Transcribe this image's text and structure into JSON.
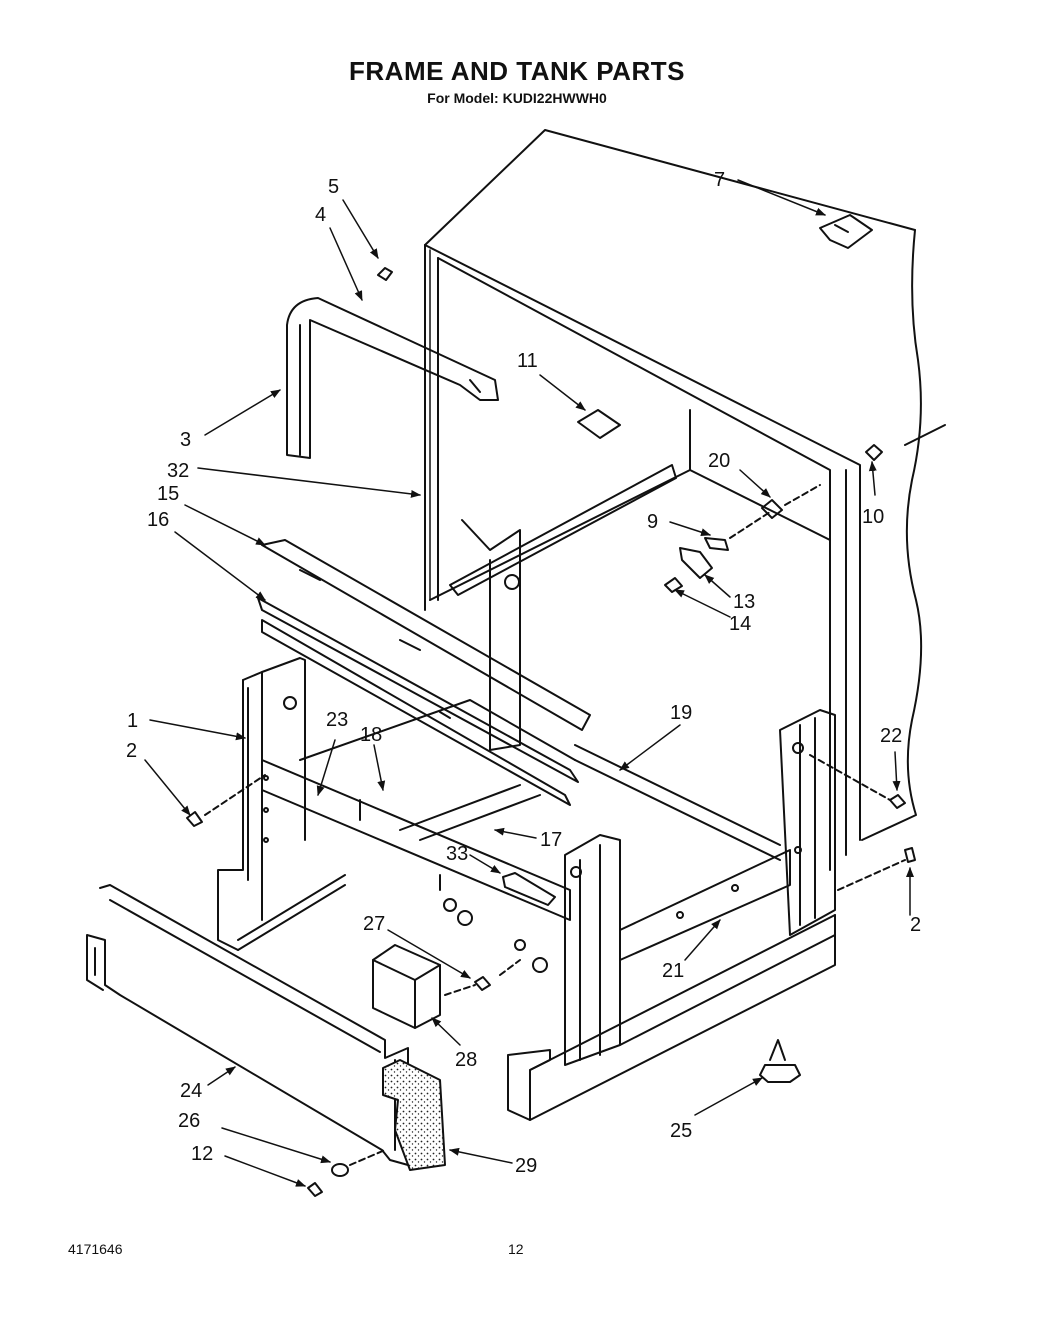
{
  "title": "FRAME AND TANK PARTS",
  "subtitle": "For Model: KUDI22HWWH0",
  "doc_number": "4171646",
  "page_number": "12",
  "callouts": {
    "c1": "1",
    "c2a": "2",
    "c2b": "2",
    "c3": "3",
    "c4": "4",
    "c5": "5",
    "c7": "7",
    "c9": "9",
    "c10": "10",
    "c11": "11",
    "c12": "12",
    "c13": "13",
    "c14": "14",
    "c15": "15",
    "c16": "16",
    "c17": "17",
    "c18": "18",
    "c19": "19",
    "c20": "20",
    "c21": "21",
    "c22": "22",
    "c23": "23",
    "c24": "24",
    "c25": "25",
    "c26": "26",
    "c27": "27",
    "c28": "28",
    "c29": "29",
    "c32": "32",
    "c33": "33"
  }
}
